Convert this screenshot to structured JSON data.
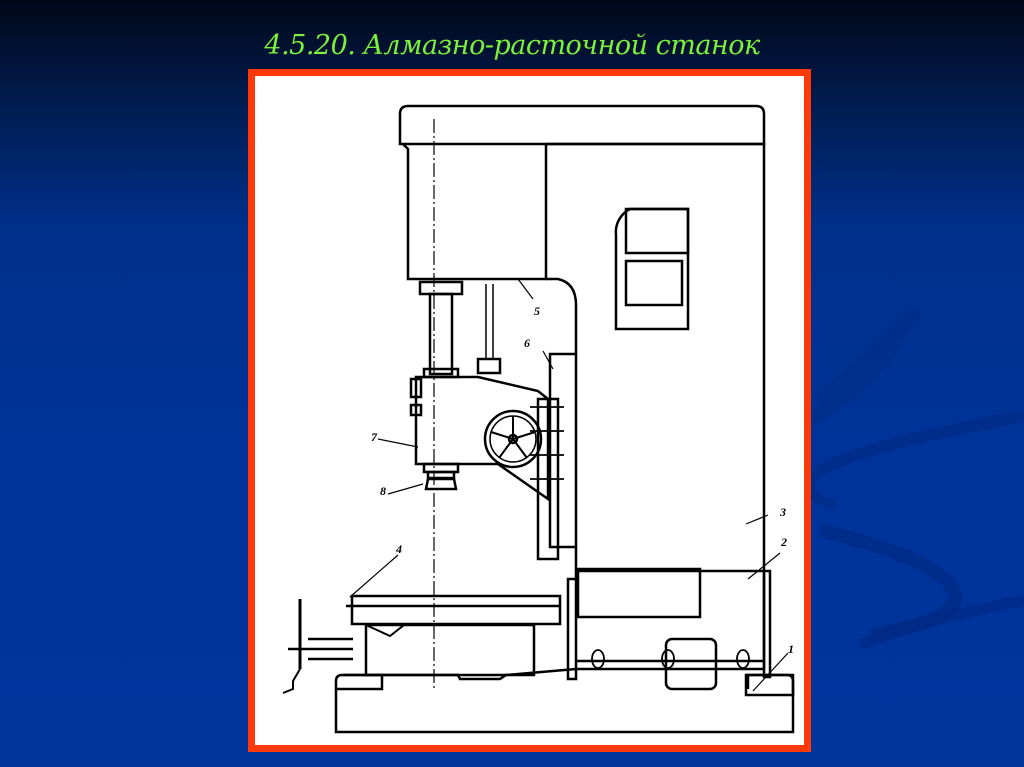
{
  "slide": {
    "title": "4.5.20. Алмазно-расточной станок",
    "colors": {
      "title": "#7cf03c",
      "frame_border": "#ff3a0a",
      "background_top": "#000818",
      "background_main": "#00339a",
      "drawing_bg": "#ffffff",
      "drawing_line": "#000000"
    }
  },
  "diagram": {
    "subject": "Diamond boring machine (side view)",
    "callouts": [
      {
        "id": "1",
        "label": "1",
        "part": "base"
      },
      {
        "id": "2",
        "label": "2",
        "part": "lower column housing"
      },
      {
        "id": "3",
        "label": "3",
        "part": "column"
      },
      {
        "id": "4",
        "label": "4",
        "part": "work table"
      },
      {
        "id": "5",
        "label": "5",
        "part": "spindle head housing"
      },
      {
        "id": "6",
        "label": "6",
        "part": "vertical guide"
      },
      {
        "id": "7",
        "label": "7",
        "part": "spindle carriage"
      },
      {
        "id": "8",
        "label": "8",
        "part": "boring spindle"
      }
    ]
  }
}
